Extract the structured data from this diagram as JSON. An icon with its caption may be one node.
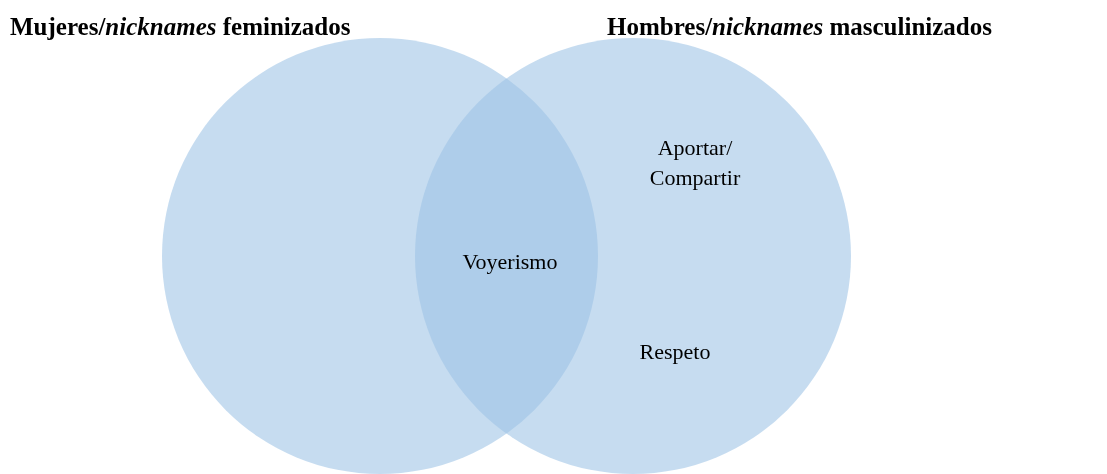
{
  "diagram": {
    "nodes": [
      {
        "text": [
          "Mujeres/*nicknames* feminizados"
        ]
      },
      {
        "text": [
          "Hombres/*nicknames* masculinizados",
          "Aportar/ Compartir",
          "Respeto"
        ]
      }
    ],
    "labels": [
      "Voyerismo"
    ]
  }
}
